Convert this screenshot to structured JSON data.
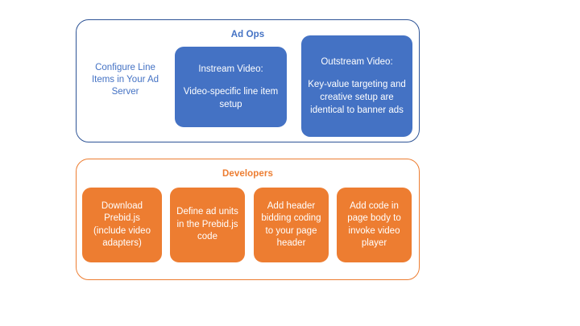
{
  "diagram": {
    "colors": {
      "blue_fill": "#4472C4",
      "blue_border": "#2E5496",
      "orange_fill": "#ED7D31",
      "orange_border": "#ED7D31",
      "background": "#FFFFFF",
      "box_text": "#FFFFFF"
    },
    "groups": [
      {
        "id": "ad-ops",
        "title": "Ad Ops",
        "plain_text": "Configure Line Items in Your Ad Server",
        "boxes": [
          {
            "id": "instream-video",
            "head": "Instream Video:",
            "body": "Video-specific line item setup"
          },
          {
            "id": "outstream-video",
            "head": "Outstream Video:",
            "body": "Key-value targeting and creative setup are identical to banner ads"
          }
        ]
      },
      {
        "id": "developers",
        "title": "Developers",
        "boxes": [
          {
            "id": "download-prebid",
            "body": "Download Prebid.js (include video adapters)"
          },
          {
            "id": "define-ad-units",
            "body": "Define ad units in the Prebid.js code"
          },
          {
            "id": "add-header-bidding",
            "body": "Add header bidding coding to your page header"
          },
          {
            "id": "add-page-body-code",
            "body": "Add code in page body to invoke video player"
          }
        ]
      }
    ]
  }
}
